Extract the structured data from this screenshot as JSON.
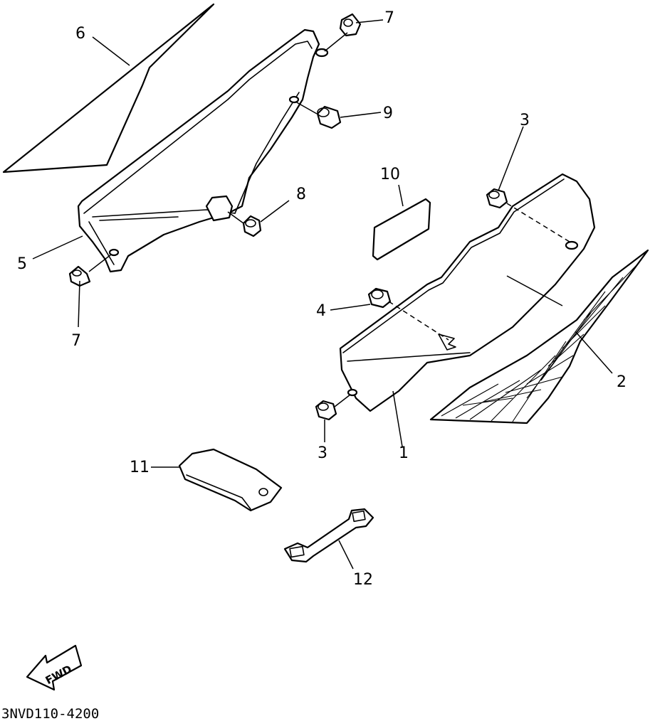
{
  "callouts": [
    {
      "id": "1",
      "label": "1"
    },
    {
      "id": "2",
      "label": "2"
    },
    {
      "id": "3a",
      "label": "3"
    },
    {
      "id": "3b",
      "label": "3"
    },
    {
      "id": "4",
      "label": "4"
    },
    {
      "id": "5",
      "label": "5"
    },
    {
      "id": "6",
      "label": "6"
    },
    {
      "id": "7a",
      "label": "7"
    },
    {
      "id": "7b",
      "label": "7"
    },
    {
      "id": "8",
      "label": "8"
    },
    {
      "id": "9",
      "label": "9"
    },
    {
      "id": "10",
      "label": "10"
    },
    {
      "id": "11",
      "label": "11"
    },
    {
      "id": "12",
      "label": "12"
    }
  ],
  "fwd_label": "FWD",
  "diagram_code": "3NVD110-4200"
}
